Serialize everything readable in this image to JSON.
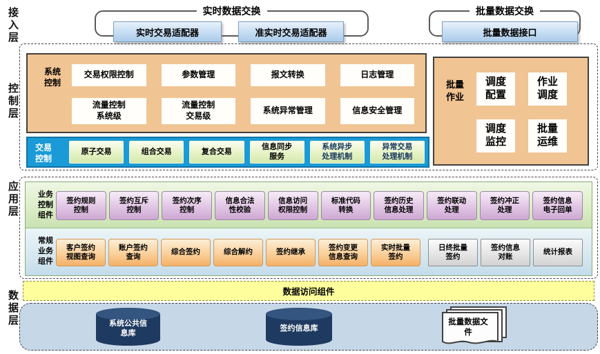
{
  "layers": [
    {
      "label": "接入层"
    },
    {
      "label": "控制层"
    },
    {
      "label": "应用层"
    },
    {
      "label": "数据层"
    }
  ],
  "access": {
    "realtime": {
      "title": "实时数据交换",
      "adapters": [
        {
          "label": "实时交易适配器"
        },
        {
          "label": "准实时交易适配器"
        }
      ]
    },
    "batch": {
      "title": "批量数据交换",
      "interface": {
        "label": "批量数据接口"
      }
    }
  },
  "control": {
    "system_control": {
      "label": "系统\n控制",
      "row1": [
        {
          "label": "交易权限控制"
        },
        {
          "label": "参数管理"
        },
        {
          "label": "报文转换"
        },
        {
          "label": "日志管理"
        }
      ],
      "row2": [
        {
          "label": "流量控制\n系统级"
        },
        {
          "label": "流量控制\n交易级"
        },
        {
          "label": "系统异常管理"
        },
        {
          "label": "信息安全管理"
        }
      ]
    },
    "transaction_control": {
      "label": "交易\n控制",
      "items": [
        {
          "label": "原子交易"
        },
        {
          "label": "组合交易"
        },
        {
          "label": "复合交易"
        },
        {
          "label": "信息同步\n服务"
        },
        {
          "label": "系统异步\n处理机制"
        },
        {
          "label": "异常交易\n处理机制"
        }
      ]
    },
    "batch_jobs": {
      "label": "批量\n作业",
      "items": [
        {
          "label": "调度\n配置"
        },
        {
          "label": "作业\n调度"
        },
        {
          "label": "调度\n监控"
        },
        {
          "label": "批量\n运维"
        }
      ]
    }
  },
  "application": {
    "business_control": {
      "label": "业务\n控制\n组件",
      "items": [
        {
          "label": "签约规则\n控制"
        },
        {
          "label": "签约互斥\n控制"
        },
        {
          "label": "签约次序\n控制"
        },
        {
          "label": "信息合法\n性校验"
        },
        {
          "label": "信息访问\n权限控制"
        },
        {
          "label": "标准代码\n转换"
        },
        {
          "label": "签约历史\n信息处理"
        },
        {
          "label": "签约联动\n处理"
        },
        {
          "label": "签约冲正\n处理"
        },
        {
          "label": "签约信息\n电子回单"
        }
      ]
    },
    "regular_business": {
      "label": "常规\n业务\n组件",
      "orange_items": [
        {
          "label": "客户签约\n视图查询"
        },
        {
          "label": "账户签约\n查询"
        },
        {
          "label": "综合签约"
        },
        {
          "label": "综合解约"
        },
        {
          "label": "签约继承"
        },
        {
          "label": "签约变更\n信息查询"
        },
        {
          "label": "实时批量\n签约"
        }
      ],
      "gray_items": [
        {
          "label": "日终批量\n签约"
        },
        {
          "label": "签约信息\n对账"
        },
        {
          "label": "统计报表"
        }
      ]
    }
  },
  "data_access_bar": {
    "label": "数据访问组件"
  },
  "data_layer": {
    "databases": [
      {
        "label": "系统公共信\n息库"
      },
      {
        "label": "签约信息库"
      }
    ],
    "files": {
      "label": "批量数据文\n件"
    }
  },
  "colors": {
    "transaction_bar_blue": "#1a9bd7",
    "control_tan": "#f1c493",
    "app_row1_green": "#d9ecc3",
    "app_row2_blue": "#cfe3ee",
    "data_access_yellow": "#feff9c",
    "data_layer_bg": "#c6d7e8",
    "database_navy": "#1e3a60",
    "emphasis_text_navy": "#17375d"
  }
}
